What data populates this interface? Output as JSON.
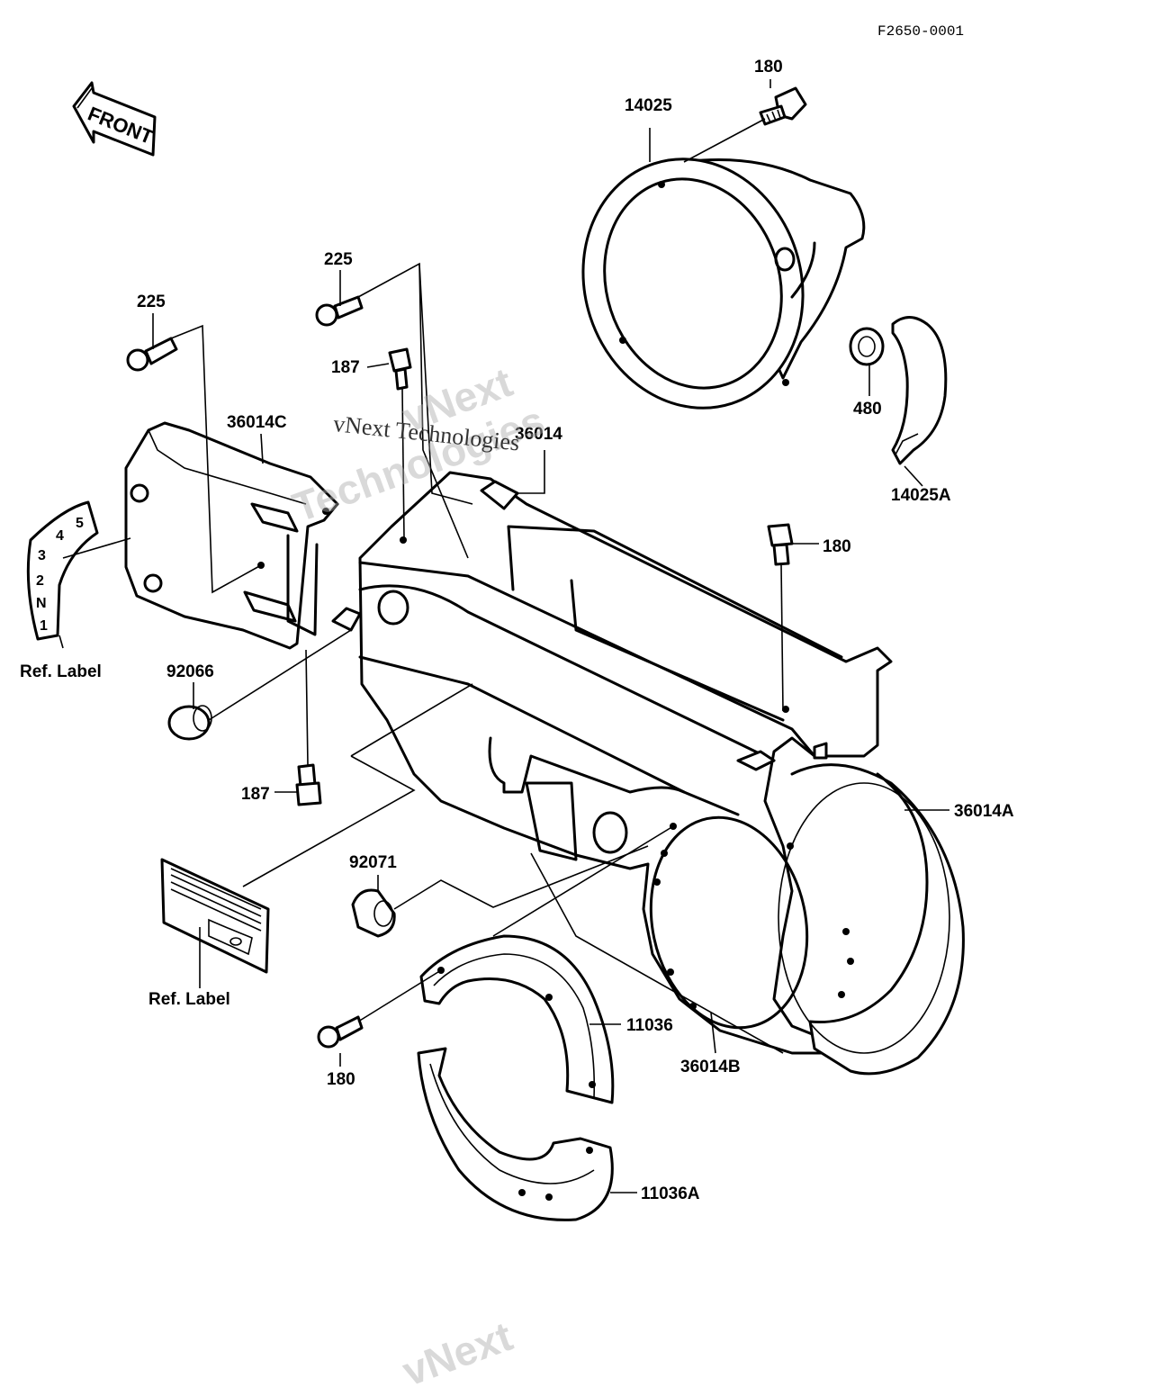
{
  "drawing_code": "F2650-0001",
  "front_arrow": "FRONT",
  "labels": {
    "p180_top": "180",
    "p14025": "14025",
    "p225_a": "225",
    "p225_b": "225",
    "p187_top": "187",
    "p36014C": "36014C",
    "p36014": "36014",
    "p480": "480",
    "p14025A": "14025A",
    "p180_right": "180",
    "ref_label_1": "Ref. Label",
    "p92066": "92066",
    "p187_bottom": "187",
    "p36014A": "36014A",
    "p92071": "92071",
    "ref_label_2": "Ref. Label",
    "p11036": "11036",
    "p180_bottom": "180",
    "p36014B": "36014B",
    "p11036A": "11036A"
  },
  "gear_label_marks": [
    "5",
    "4",
    "3",
    "2",
    "N",
    "1"
  ],
  "watermark": {
    "line1": "vNext",
    "line2": "Technologies",
    "overlay": "vNext Technologies"
  }
}
